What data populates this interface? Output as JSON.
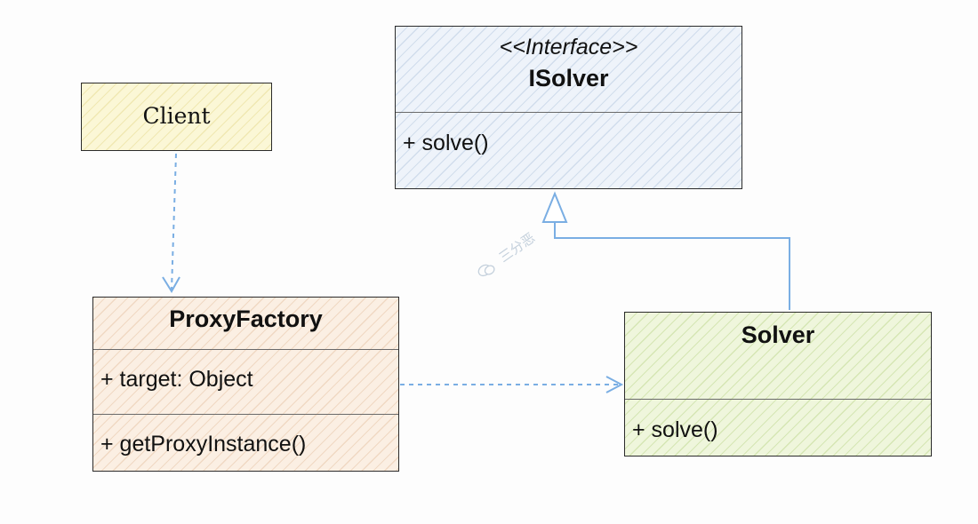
{
  "diagram": {
    "interface_box": {
      "stereotype": "<<Interface>>",
      "name": "ISolver",
      "methods": [
        "+ solve()"
      ]
    },
    "client_box": {
      "name": "Client"
    },
    "proxy_factory_box": {
      "name": "ProxyFactory",
      "fields": [
        "+ target: Object"
      ],
      "methods": [
        "+ getProxyInstance()"
      ]
    },
    "solver_box": {
      "name": "Solver",
      "methods": [
        "+ solve()"
      ]
    },
    "watermark": {
      "text": "三分恶",
      "icon": "wechat-icon"
    },
    "colors": {
      "interface_fill": "#eef3fa",
      "client_fill": "#fbf7d6",
      "proxy_factory_fill": "#fbefe3",
      "solver_fill": "#eff6dc",
      "connector": "#7aaee3",
      "border": "#2b2b2b"
    }
  }
}
